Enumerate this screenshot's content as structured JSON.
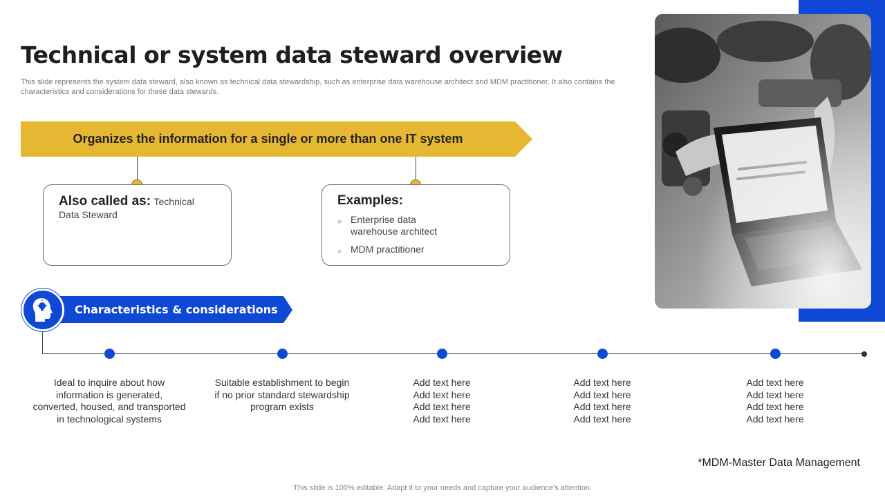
{
  "slide": {
    "title": "Technical or system data steward overview",
    "subtitle": "This slide represents the system data steward, also known as technical data stewardship, such as enterprise data warehouse architect and MDM practitioner. It also contains the characteristics and considerations for these data stewards.",
    "banner": "Organizes the information for a single or more than one IT system",
    "also_called": {
      "heading": "Also called as:",
      "text_line1": "Technical",
      "text_line2": "Data Steward"
    },
    "examples": {
      "heading": "Examples:",
      "items": [
        {
          "line1": "Enterprise data",
          "line2": "warehouse architect"
        },
        {
          "line1": "MDM practitioner",
          "line2": ""
        }
      ]
    },
    "characteristics_label": "Characteristics & considerations",
    "timeline": [
      {
        "lines": [
          "Ideal to inquire about how",
          "information is generated,",
          "converted, housed, and transported",
          "in technological systems"
        ]
      },
      {
        "lines": [
          "Suitable establishment to begin",
          "if no prior standard stewardship",
          "program exists"
        ]
      },
      {
        "lines": [
          "Add text here",
          "Add text here",
          "Add text here",
          "Add text here"
        ]
      },
      {
        "lines": [
          "Add text here",
          "Add text here",
          "Add text here",
          "Add text here"
        ]
      },
      {
        "lines": [
          "Add text here",
          "Add text here",
          "Add text here",
          "Add text here"
        ]
      }
    ],
    "footnote": "*MDM-Master Data Management",
    "footer": "This slide is 100% editable. Adapt it to your needs and capture your audience's attention."
  },
  "colors": {
    "accent_yellow": "#e6b732",
    "accent_blue": "#1048d6",
    "text_dark": "#222222"
  },
  "icons": {
    "head_icon": "head-with-lightbulb-icon",
    "bullet": "hollow-circle-bullet"
  }
}
